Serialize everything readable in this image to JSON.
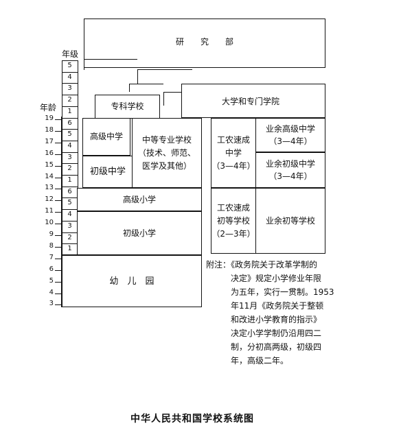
{
  "labels": {
    "grade_header": "年级",
    "age_header": "年龄",
    "research": "研　　究　　部",
    "university": "大学和专门学院",
    "junior_college": "专科学校",
    "senior_middle": "高级中学",
    "secondary_vocational": "中等专业学校\n（技术、师范、\n医学及其他）",
    "junior_middle": "初级中学",
    "worker_peasant_mid": "工农速成\n中学\n（3—4年）",
    "worker_peasant_ele": "工农速成\n初等学校\n（2—3年）",
    "spare_senior": "业余高级中学\n（3—4年）",
    "spare_junior": "业余初级中学\n（3—4年）",
    "spare_elementary": "业余初等学校",
    "higher_primary": "高级小学",
    "lower_primary": "初级小学",
    "kindergarten": "幼　儿　园"
  },
  "grade_column": [
    "5",
    "4",
    "3",
    "2",
    "1",
    "6",
    "5",
    "4",
    "3",
    "2",
    "1",
    "6",
    "5",
    "4",
    "3",
    "2",
    "1"
  ],
  "age_axis": [
    "19",
    "18",
    "17",
    "16",
    "15",
    "14",
    "13",
    "12",
    "11",
    "10",
    "9",
    "8",
    "7",
    "6",
    "5",
    "4",
    "3"
  ],
  "note": "附注：《政务院关于改革学制的\n　　　决定》规定小学修业年限\n　　　为五年，实行一贯制。1953\n　　　年11月《政务院关于整顿\n　　　和改进小学教育的指示》\n　　　决定小学学制仍沿用四二\n　　　制，分初高两级，初级四\n　　　年，高级二年。",
  "caption": "中华人民共和国学校系统图"
}
